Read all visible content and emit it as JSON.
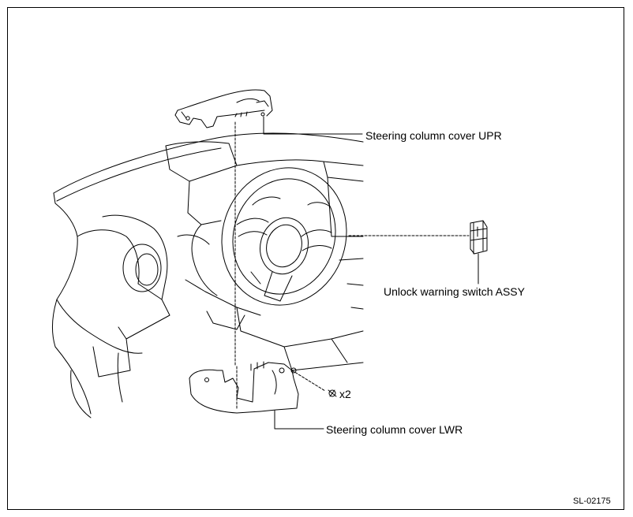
{
  "labels": {
    "cover_upr": "Steering column cover UPR",
    "unlock_switch": "Unlock warning switch ASSY",
    "cover_lwr": "Steering column cover LWR",
    "screw_qty": "x2"
  },
  "figure_id": "SL-02175",
  "colors": {
    "line": "#000000",
    "background": "#ffffff"
  }
}
